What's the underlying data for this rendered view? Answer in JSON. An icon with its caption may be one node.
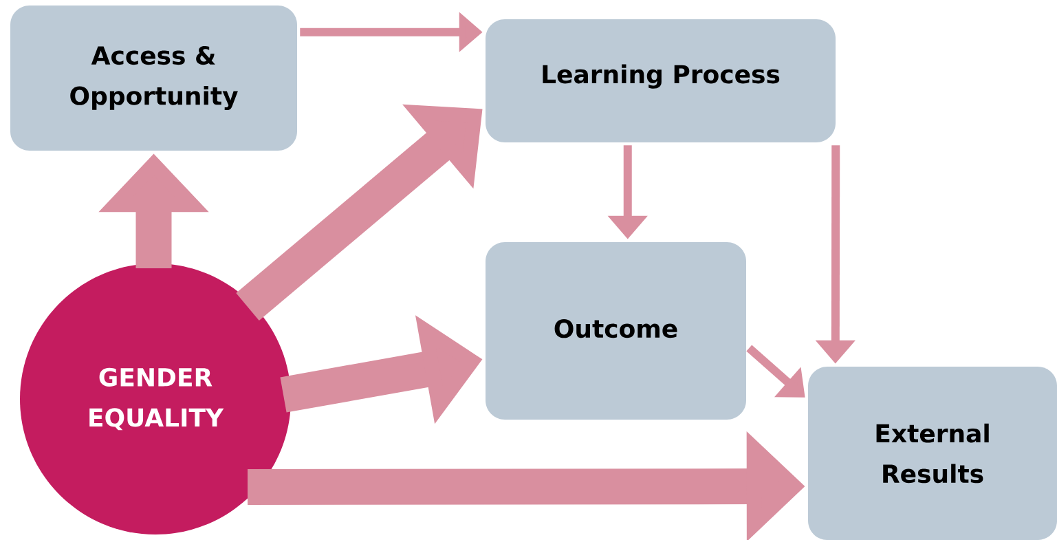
{
  "diagram": {
    "nodes": [
      {
        "text": [
          "Access & Opportunity"
        ]
      },
      {
        "text": [
          "Learning Process"
        ]
      },
      {
        "text": [
          "GENDER EQUALITY"
        ]
      },
      {
        "text": [
          "Outcome"
        ]
      },
      {
        "text": [
          "External Results"
        ]
      }
    ],
    "edges": [
      {
        "from": 0,
        "to": 1,
        "arrow": "to"
      },
      {
        "from": 2,
        "to": 0,
        "arrow": "to",
        "style": "thick"
      },
      {
        "from": 2,
        "to": 1,
        "arrow": "to",
        "style": "thick"
      },
      {
        "from": 2,
        "to": 3,
        "arrow": "to",
        "style": "thick"
      },
      {
        "from": 2,
        "to": 4,
        "arrow": "to",
        "style": "thick"
      },
      {
        "from": 1,
        "to": 3,
        "arrow": "to"
      },
      {
        "from": 1,
        "to": 4,
        "arrow": "to"
      },
      {
        "from": 3,
        "to": 4,
        "arrow": "to"
      }
    ]
  }
}
